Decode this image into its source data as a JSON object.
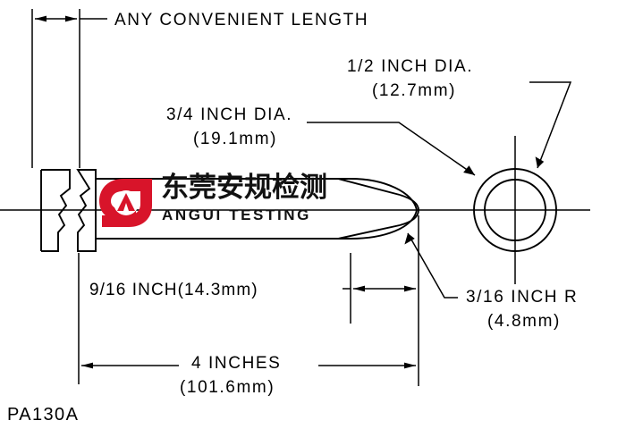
{
  "drawing": {
    "part_number": "PA130A",
    "background_color": "#ffffff",
    "line_color": "#000000",
    "logo_color": "#d8142a",
    "annotations": {
      "any_length": "ANY CONVENIENT LENGTH",
      "half_inch_dia": "1/2 INCH DIA.",
      "half_inch_dia_mm": "(12.7mm)",
      "three_quarter_dia": "3/4 INCH DIA.",
      "three_quarter_dia_mm": "(19.1mm)",
      "nine_sixteenth": "9/16 INCH(14.3mm)",
      "three_sixteenth_r": "3/16 INCH R",
      "three_sixteenth_r_mm": "(4.8mm)",
      "four_inches": "4 INCHES",
      "four_inches_mm": "(101.6mm)"
    },
    "logo": {
      "chinese_name": "东莞安规检测",
      "english_name": "ANGUI TESTING",
      "mark_letter": "A"
    }
  }
}
